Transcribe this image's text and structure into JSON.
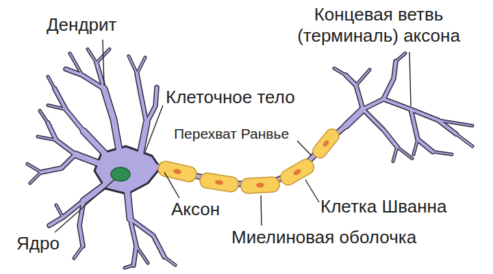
{
  "diagram": {
    "labels": [
      "Дендрит",
      "Концевая ветвь (терминаль) аксона",
      "Клеточное тело",
      "Перехват Ранвье",
      "Аксон",
      "Ядро",
      "Клетка Шванна",
      "Миелиновая оболочка"
    ]
  }
}
